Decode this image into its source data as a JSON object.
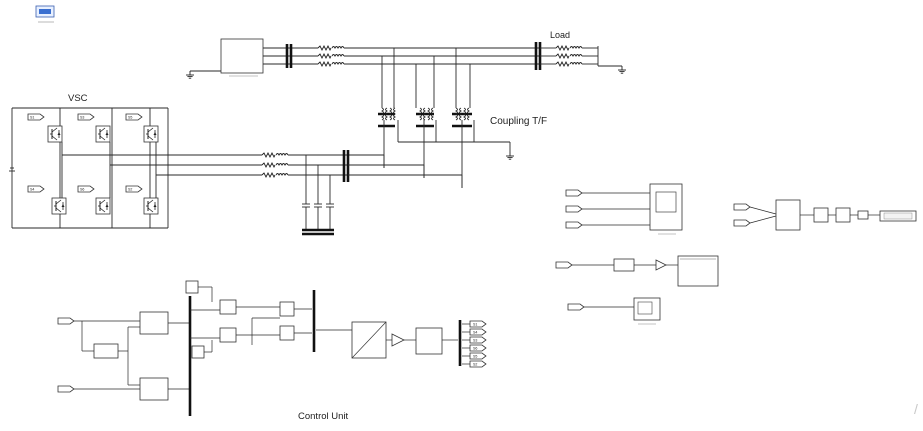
{
  "labels": {
    "vsc": "VSC",
    "load": "Load",
    "coupling": "Coupling T/F",
    "control": "Control Unit"
  },
  "switches": [
    "S1",
    "S3",
    "S5",
    "S4",
    "S6",
    "S2"
  ],
  "gate_outputs": [
    "S1",
    "S4",
    "S3",
    "S6",
    "S5",
    "S2"
  ],
  "colors": {
    "wire": "#2a2a2a",
    "block_fill": "#ffffff",
    "bus": "#111111"
  }
}
